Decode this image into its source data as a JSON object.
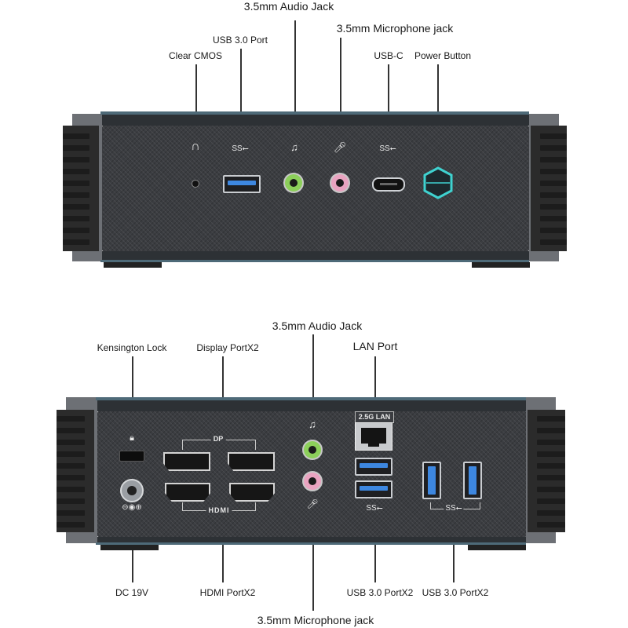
{
  "top_panel": {
    "labels": {
      "clear_cmos": "Clear CMOS",
      "usb30_port": "USB 3.0 Port",
      "audio_jack": "3.5mm Audio Jack",
      "mic_jack": "3.5mm Microphone jack",
      "usb_c": "USB-C",
      "power_button": "Power Button"
    },
    "icons": {
      "usb_ss": "SS⭠",
      "usbc_ss": "SS⭠"
    }
  },
  "bottom_panel": {
    "labels": {
      "audio_jack": "3.5mm Audio Jack",
      "kensington": "Kensington Lock",
      "display_port": "Display PortX2",
      "lan_port": "LAN Port",
      "dc": "DC 19V",
      "hdmi_port": "HDMI PortX2",
      "usb30_left": "USB 3.0 PortX2",
      "usb30_right": "USB 3.0 PortX2",
      "mic_jack": "3.5mm Microphone jack"
    },
    "printed": {
      "dp": "DP",
      "hdmi": "HDMI",
      "lan": "2.5G LAN",
      "ss1": "SS⭠",
      "ss2": "SS⭠"
    }
  },
  "colors": {
    "usb_blue": "#3d87e0",
    "audio_green": "#8ccf5a",
    "mic_pink": "#e9a3c0",
    "power_cyan": "#3fd2d0",
    "rim_blue": "#4e6a78"
  }
}
